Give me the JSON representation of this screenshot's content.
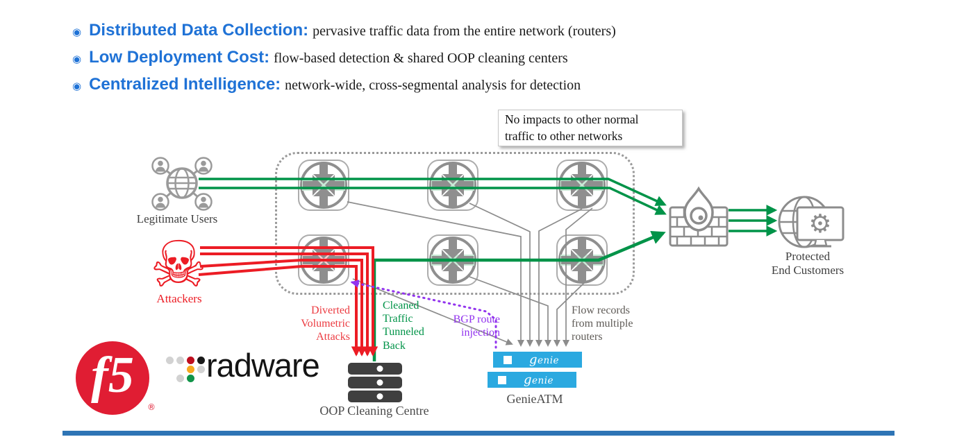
{
  "slide": {
    "bullet_glyph": "◉",
    "bullets": [
      {
        "heading": "Distributed Data Collection:",
        "body": "pervasive traffic data from the entire network (routers)"
      },
      {
        "heading": "Low Deployment Cost:",
        "body": "flow-based detection & shared OOP cleaning centers"
      },
      {
        "heading": "Centralized Intelligence:",
        "body": "network-wide, cross-segmental analysis for detection"
      }
    ],
    "note": "No impacts to other normal\ntraffic to other networks"
  },
  "diagram": {
    "legitimate_users": "Legitimate Users",
    "attackers": "Attackers",
    "diverted_attacks": "Diverted\nVolumetric\nAttacks",
    "cleaned_traffic": "Cleaned\nTraffic\nTunneled\nBack",
    "bgp_injection": "BGP route\ninjection",
    "flow_records": "Flow records\nfrom multiple\nrouters",
    "oop_centre": "OOP Cleaning Centre",
    "genie_atm": "GenieATM",
    "protected_customers": "Protected\nEnd Customers",
    "genie_brand": {
      "initial": "g",
      "rest": "enie"
    },
    "skull_glyph": "☠",
    "gear_glyph": "⚙"
  },
  "logos": {
    "f5": "f5",
    "f5_registered": "®",
    "radware": "radware"
  },
  "colors": {
    "heading_blue": "#1F72D6",
    "traffic_green": "#009348",
    "attack_red": "#EC1C24",
    "bgp_purple": "#9233EE",
    "icon_gray": "#8C8C8C",
    "genie_blue": "#2BA9E0",
    "f5_red": "#E01D33",
    "footer_blue": "#2E74B5"
  }
}
